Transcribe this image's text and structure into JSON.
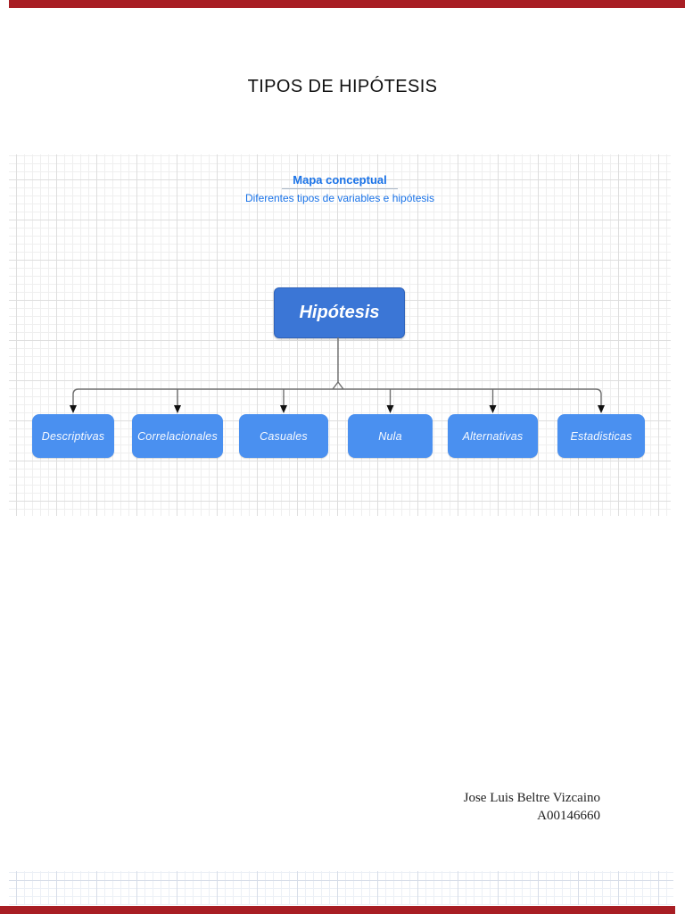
{
  "page": {
    "title": "TIPOS DE HIPÓTESIS",
    "footer": {
      "author": "Jose Luis Beltre Vizcaino",
      "student_id": "A00146660"
    }
  },
  "diagram": {
    "heading": "Mapa conceptual",
    "subheading": "Diferentes tipos de variables e hipótesis",
    "root": {
      "label": "Hipótesis"
    },
    "children": [
      {
        "label": "Descriptivas"
      },
      {
        "label": "Correlacionales"
      },
      {
        "label": "Casuales"
      },
      {
        "label": "Nula"
      },
      {
        "label": "Alternativas"
      },
      {
        "label": "Estadisticas"
      }
    ],
    "colors": {
      "root_box": "#3b76d6",
      "child_box": "#4a90f0",
      "heading_text": "#1a73e8",
      "connector_line": "#6e6e6e",
      "arrowhead": "#111111",
      "page_edge_bar": "#a81e24"
    }
  }
}
